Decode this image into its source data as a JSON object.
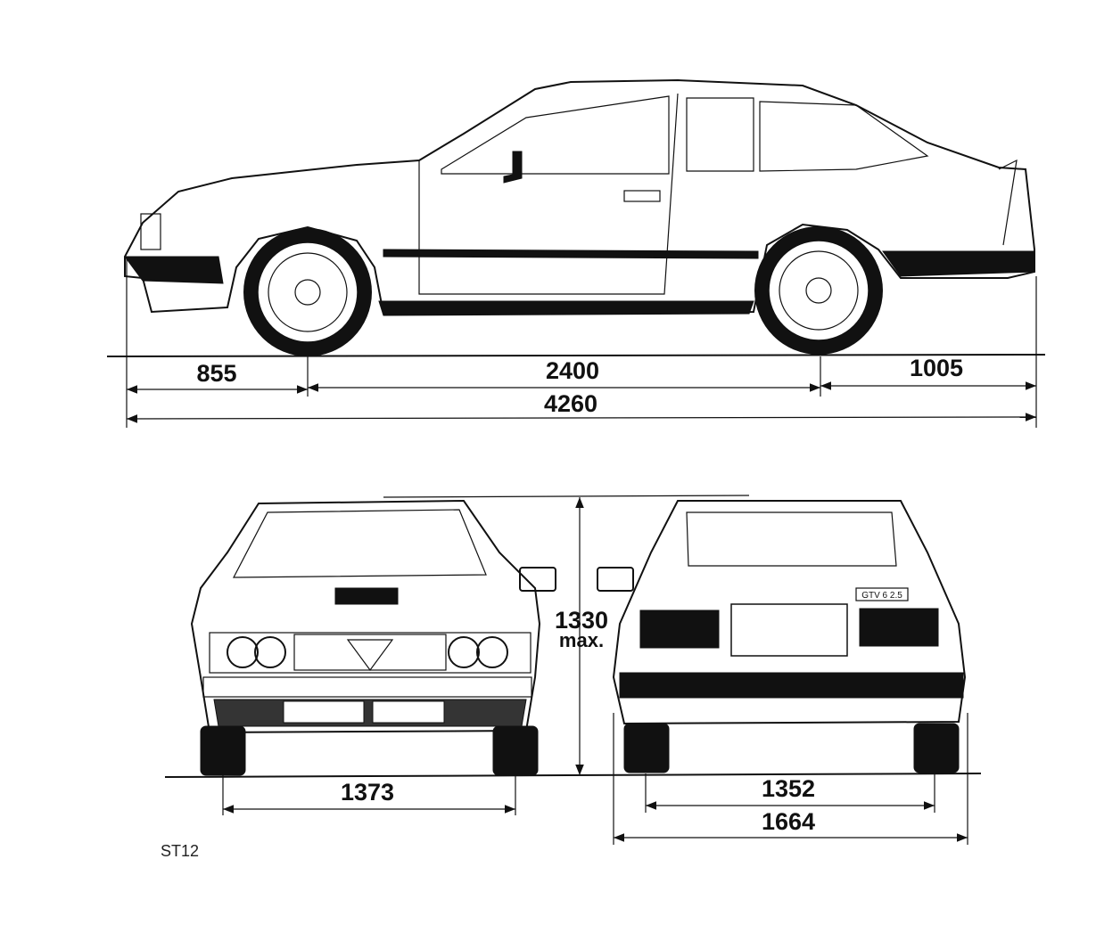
{
  "side_view": {
    "front_overhang": "855",
    "wheelbase": "2400",
    "rear_overhang": "1005",
    "overall_length": "4260"
  },
  "front_rear_view": {
    "height": "1330",
    "height_note": "max.",
    "front_track": "1373",
    "rear_track": "1352",
    "overall_width": "1664"
  },
  "rear_badge": "GTV 6 2.5",
  "drawing_code": "ST12"
}
